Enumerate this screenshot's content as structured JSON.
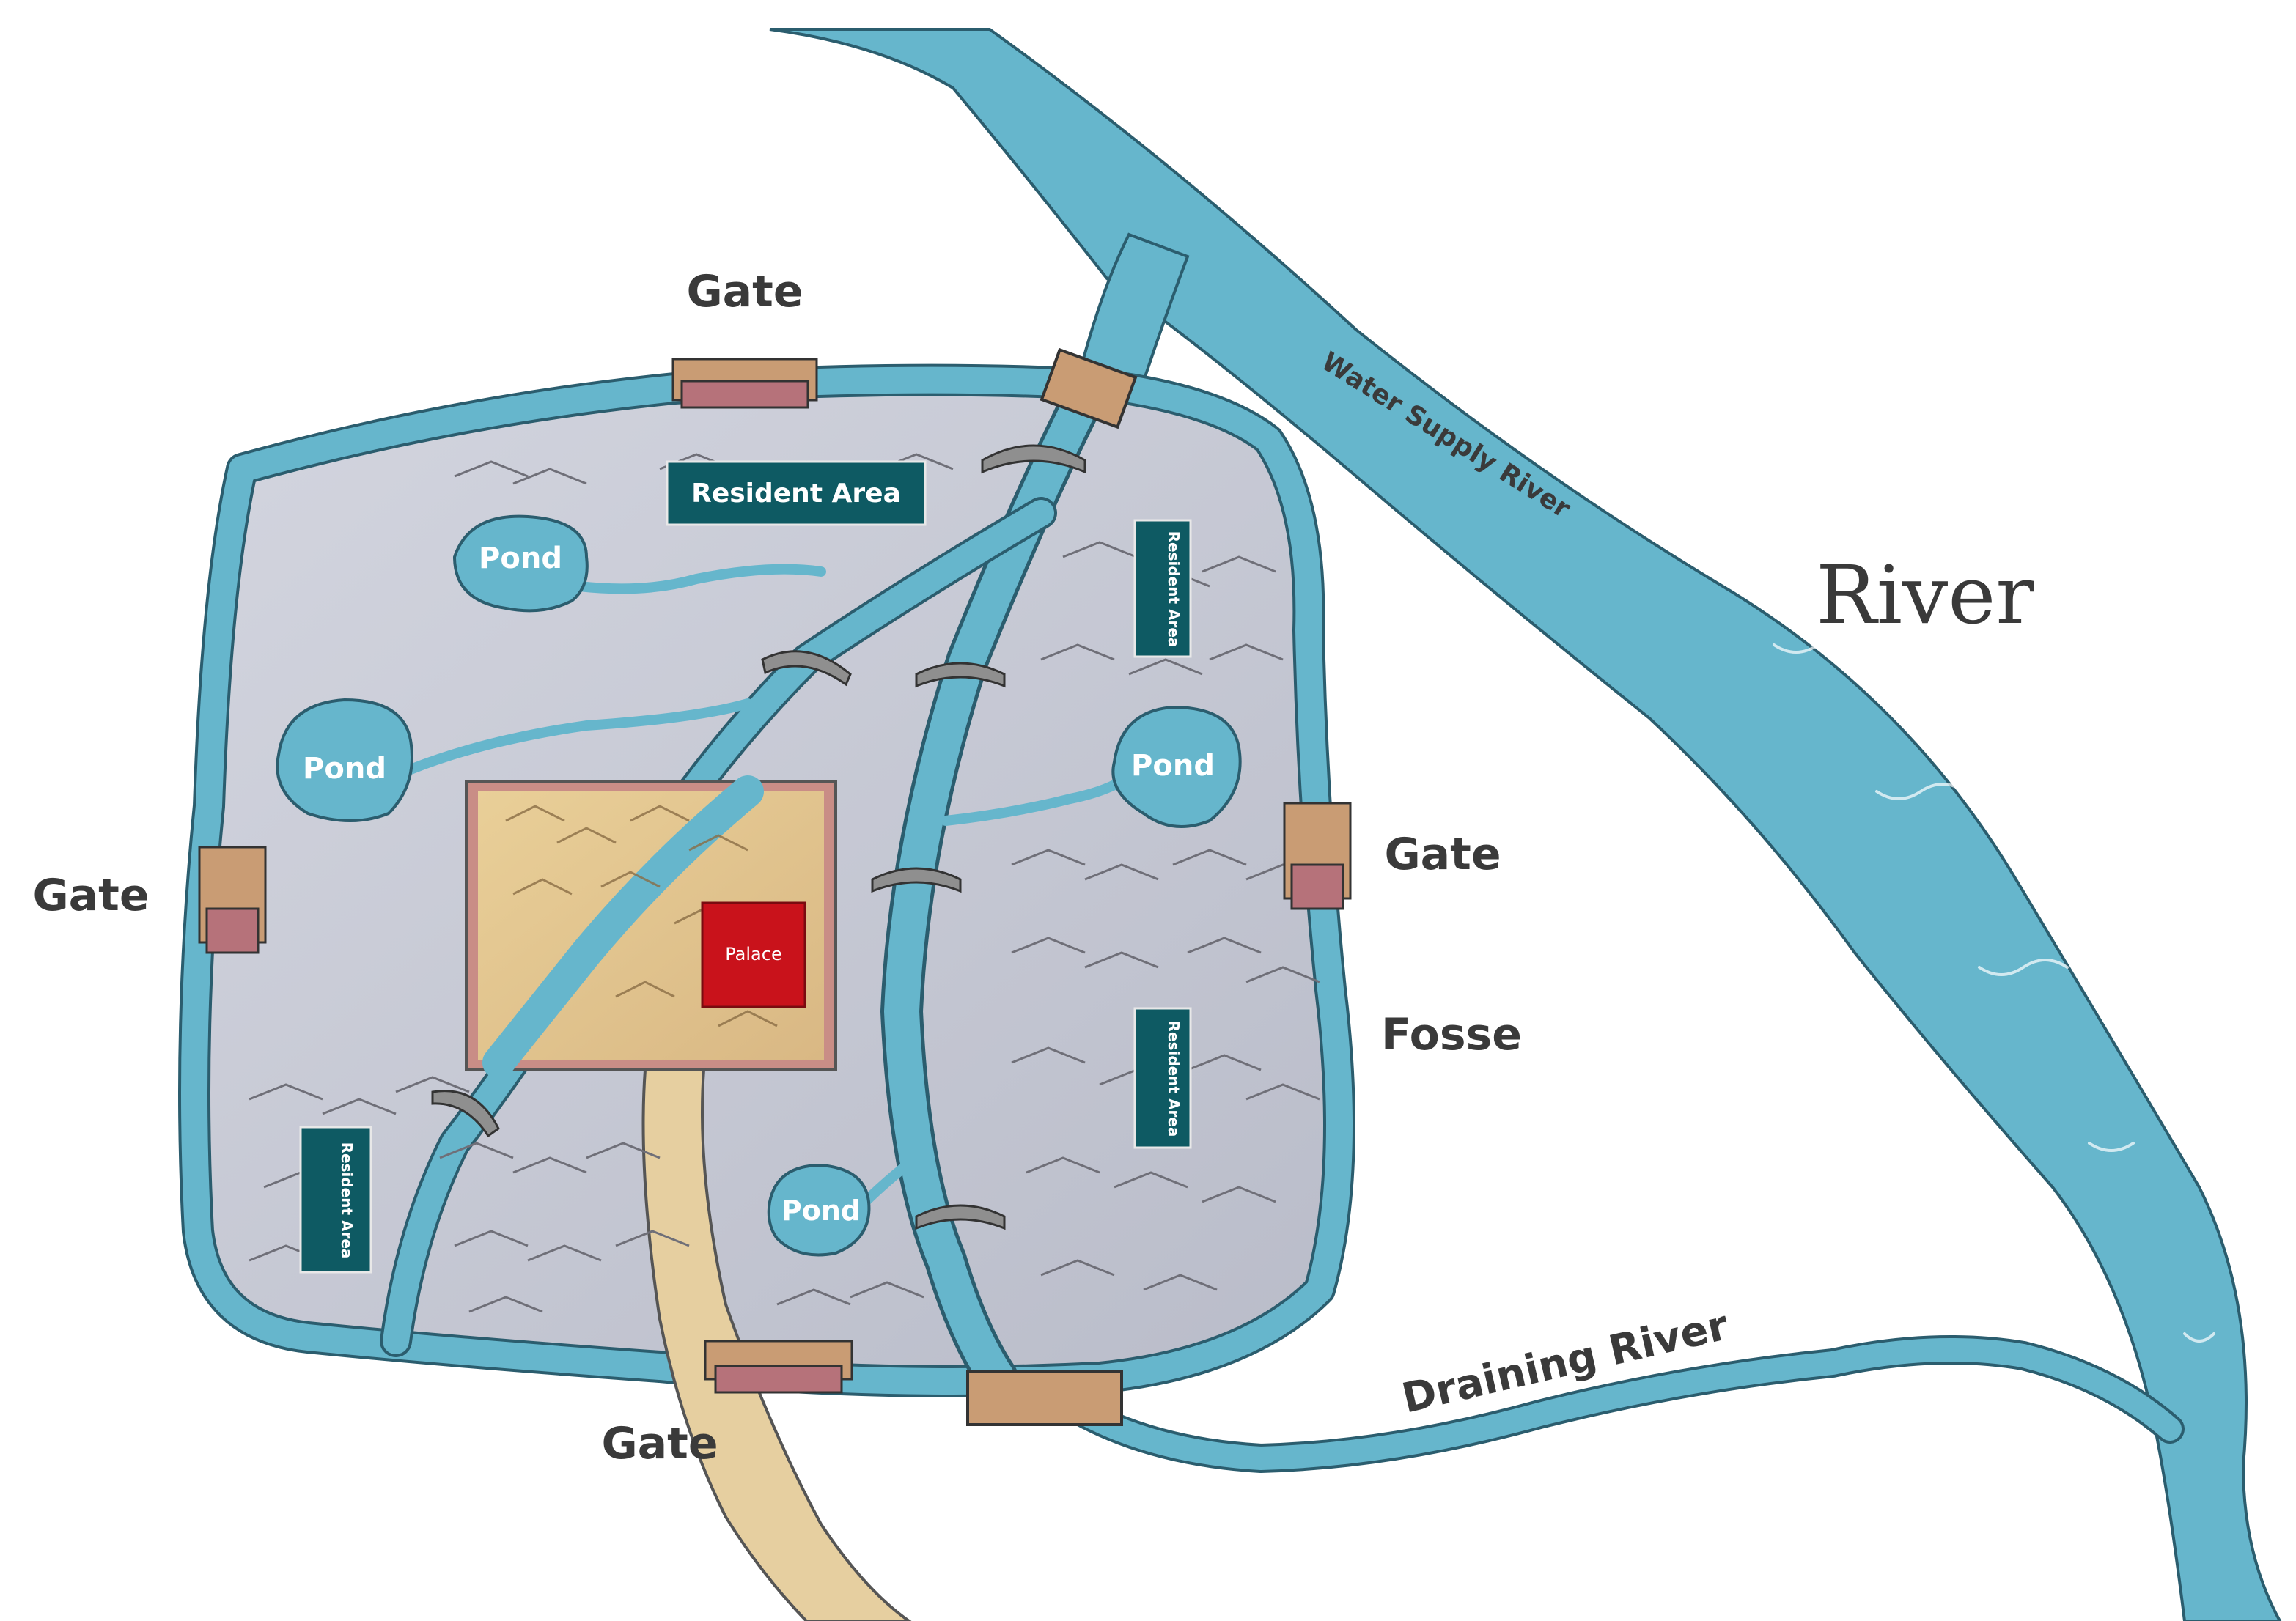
{
  "labels": {
    "river": "River",
    "water_supply_river": "Water Supply River",
    "draining_river": "Draining River",
    "fosse": "Fosse",
    "palace": "Palace",
    "gate_north": "Gate",
    "gate_west": "Gate",
    "gate_east": "Gate",
    "gate_south": "Gate",
    "resident_area_north": "Resident Area",
    "resident_area_east_upper": "Resident Area",
    "resident_area_east_lower": "Resident Area",
    "resident_area_west": "Resident Area",
    "pond_1": "Pond",
    "pond_2": "Pond",
    "pond_3": "Pond",
    "pond_4": "Pond"
  },
  "colors": {
    "water": "#66b6cc",
    "water_outline": "#2b5d6e",
    "city_ground": "#c9cbd6",
    "palace_compound": "#e6c793",
    "palace_wall": "#c98d86",
    "palace": "#c9121b",
    "resident_area_tag": "#0e5a63",
    "sluice": "#c99c74",
    "road": "#e6cfa0"
  }
}
